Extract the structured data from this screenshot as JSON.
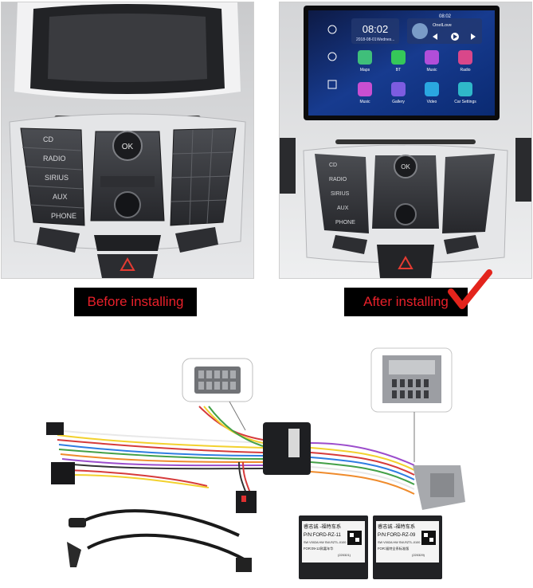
{
  "captions": {
    "before": "Before installing",
    "after": "After installing"
  },
  "left_panel": {
    "buttons": [
      "CD",
      "RADIO",
      "SIRIUS",
      "AUX",
      "PHONE"
    ],
    "ok_label": "OK"
  },
  "right_panel": {
    "buttons": [
      "CD",
      "RADIO",
      "SIRIUS",
      "AUX",
      "PHONE"
    ],
    "ok_label": "OK",
    "screen": {
      "status_time": "08:02",
      "clock": "08:02",
      "date": "2018-08-01",
      "weekday": "Wednes...",
      "music_title": "OneILove",
      "apps_row1": [
        "Maps",
        "BT",
        "Music",
        "Radio"
      ],
      "apps_row2": [
        "Music",
        "Gallery",
        "Video",
        "Car Settings"
      ]
    }
  },
  "labels": {
    "label1": {
      "brand": "睿志诚 -福特车系",
      "pn": "P/N:FORD-RZ-11",
      "line1": "SW V002A HW SW-RZTL-0100",
      "line2": "FOR:09-12款嘉年华",
      "code": "(220321)"
    },
    "label2": {
      "brand": "睿志诚 -福特车系",
      "pn": "P/N:FORD-RZ-09",
      "line1": "SW V002A HW SW-RZTL-0100",
      "line2": "FOR:福特全系标准版",
      "code": "(220329)"
    }
  }
}
